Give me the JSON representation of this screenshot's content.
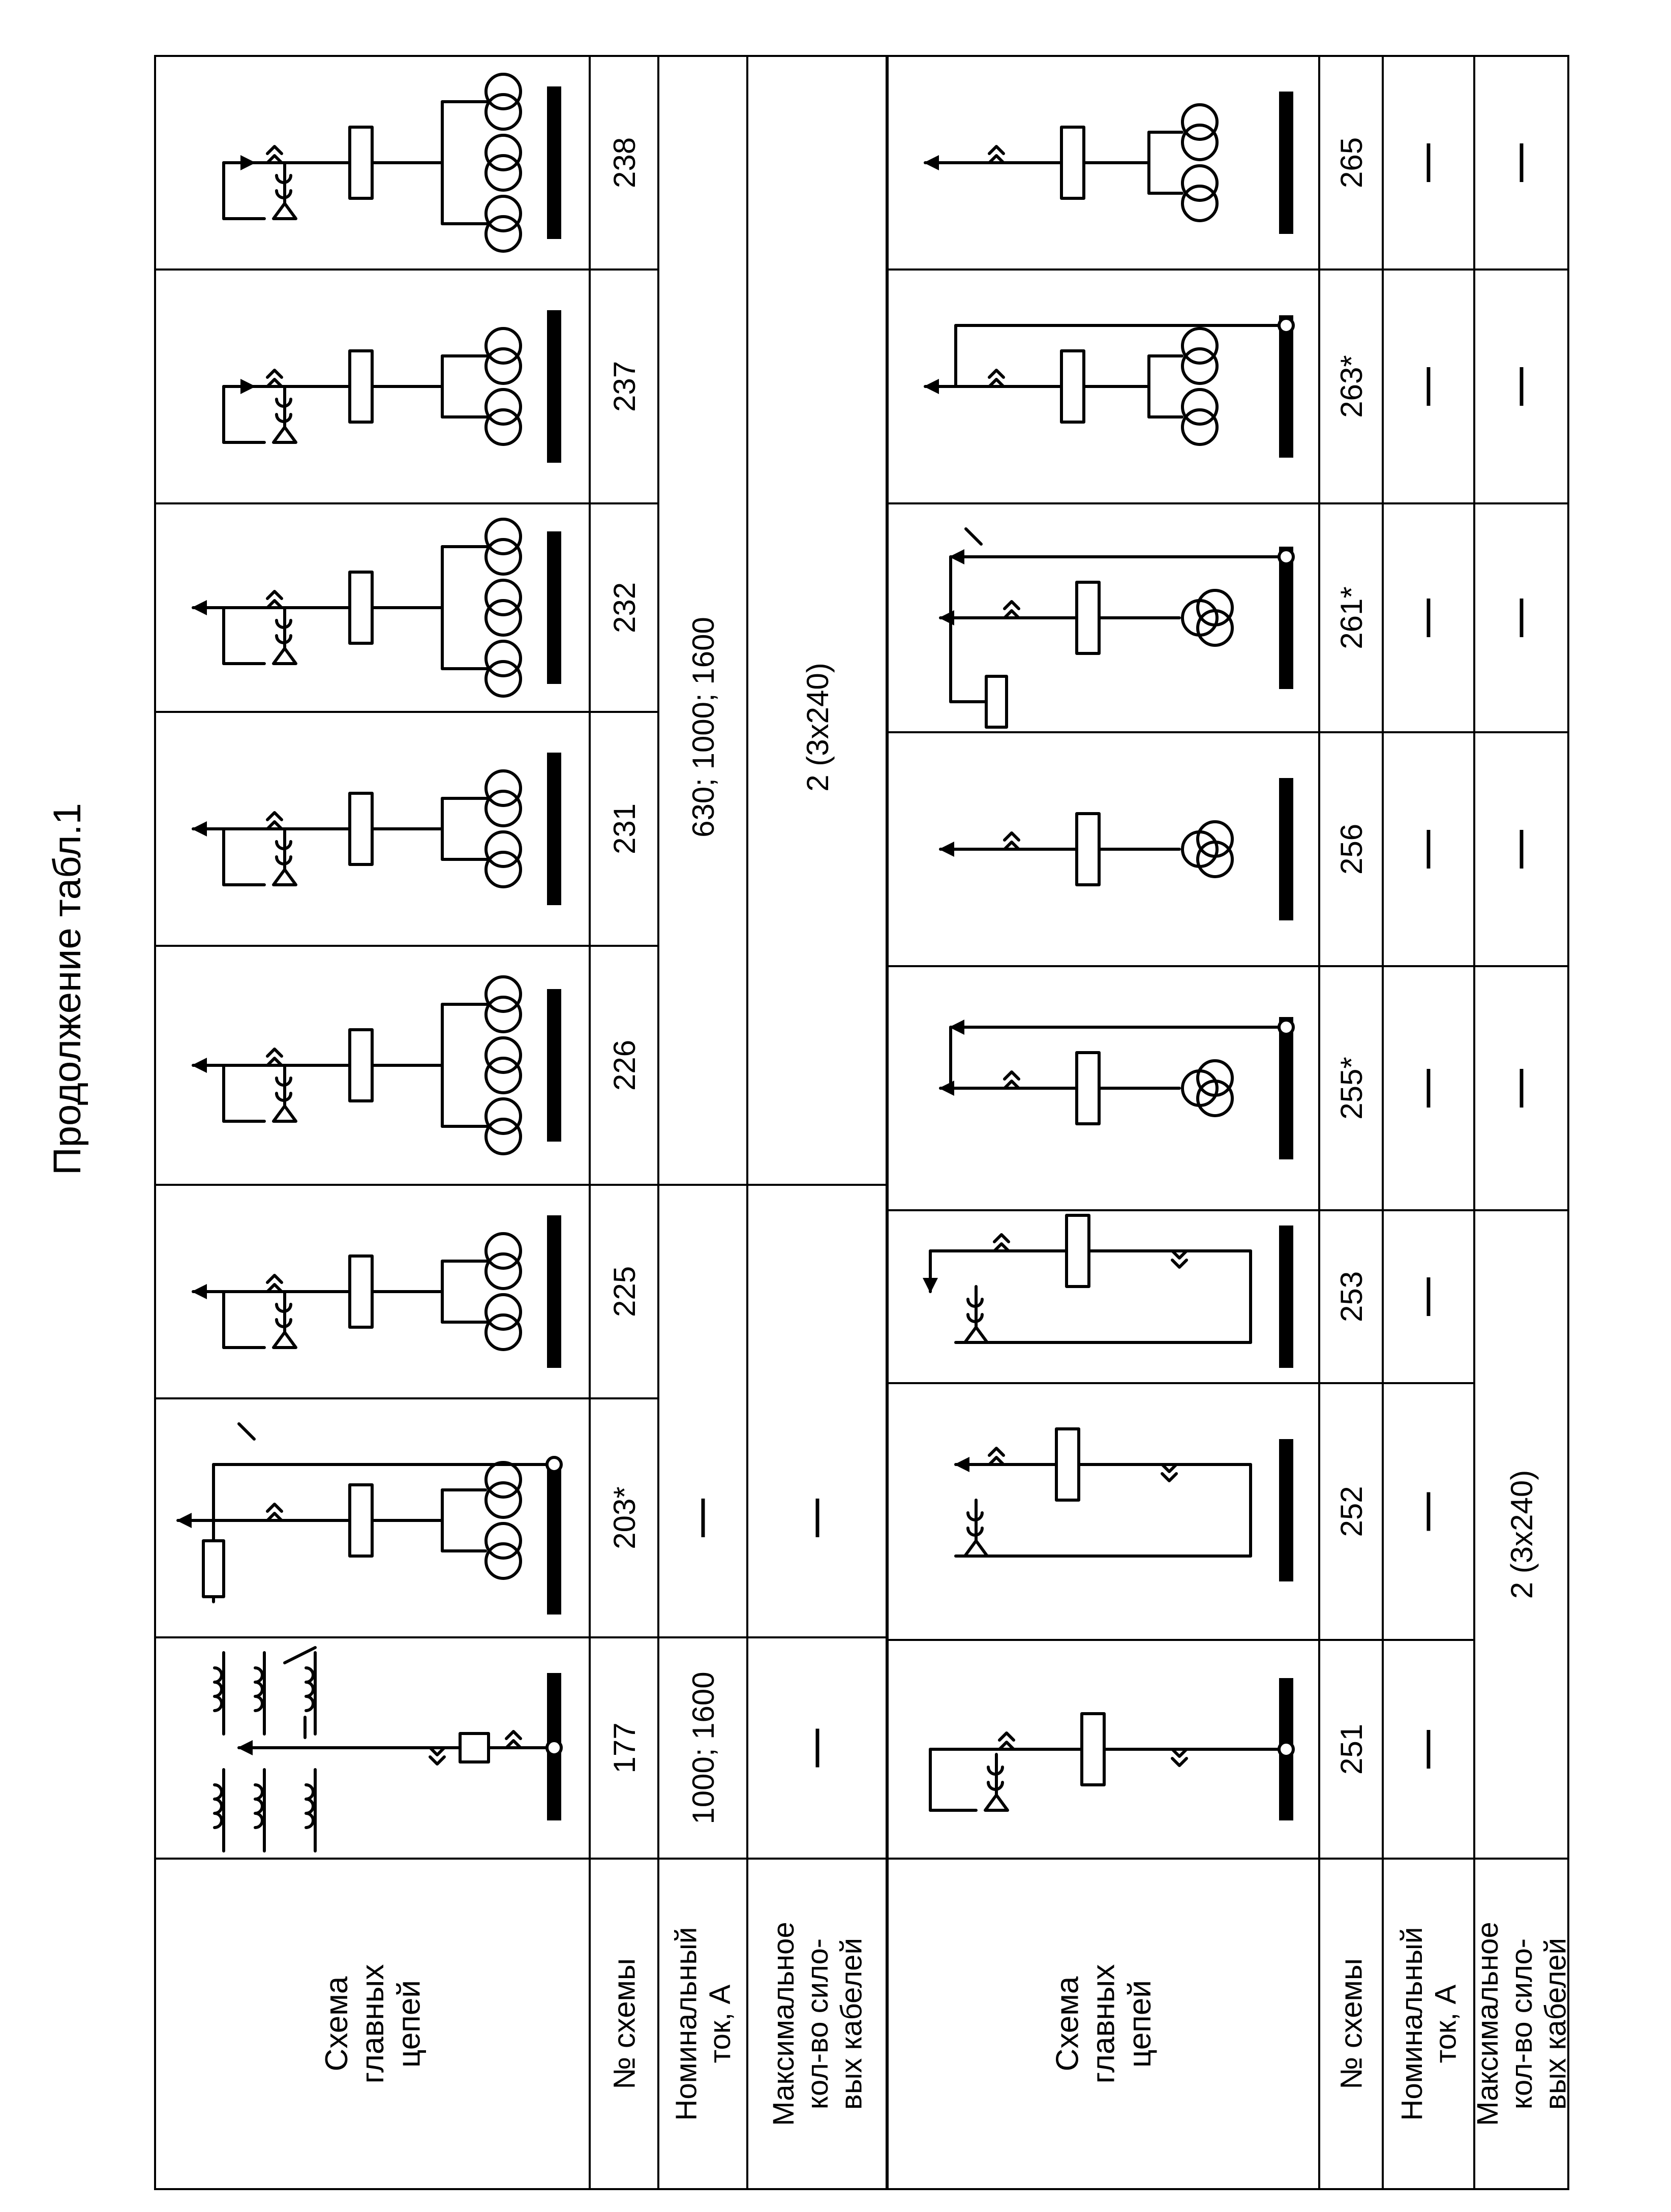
{
  "page": {
    "caption": "Продолжение табл.1"
  },
  "row_headers": {
    "scheme": [
      "Схема",
      "главных",
      "цепей"
    ],
    "number": [
      "№ схемы"
    ],
    "current": [
      "Номинальный",
      "ток, А"
    ],
    "cables": [
      "Максимальное",
      "кол-во сило-",
      "вых кабелей"
    ]
  },
  "top_section": {
    "columns": [
      {
        "id": "177",
        "number": "177",
        "current": "1000; 1600",
        "cables": "—",
        "diagram": "busbar-chambers"
      },
      {
        "id": "203",
        "number": "203*",
        "current": "—",
        "cables": "—",
        "diagram": "feeder-tr2-arrester"
      },
      {
        "id": "225",
        "number": "225",
        "current": "",
        "cables": "",
        "diagram": "tr2-bidir"
      },
      {
        "id": "226",
        "number": "226",
        "current": "",
        "cables": "",
        "diagram": "tr3-bidir"
      },
      {
        "id": "231",
        "number": "231",
        "current": "",
        "cables": "",
        "diagram": "tr2-up"
      },
      {
        "id": "232",
        "number": "232",
        "current": "",
        "cables": "",
        "diagram": "tr3-up"
      },
      {
        "id": "237",
        "number": "237",
        "current": "",
        "cables": "",
        "diagram": "tr2-down"
      },
      {
        "id": "238",
        "number": "238",
        "current": "",
        "cables": "",
        "diagram": "tr3-down"
      }
    ],
    "shared_current": "630; 1000; 1600",
    "shared_cables": "2 (3x240)"
  },
  "bottom_section": {
    "columns": [
      {
        "id": "251",
        "number": "251",
        "current": "—",
        "diagram": "cable-loop-dot"
      },
      {
        "id": "252",
        "number": "252",
        "current": "—",
        "diagram": "loop-up"
      },
      {
        "id": "253",
        "number": "253",
        "current": "—",
        "diagram": "loop-down"
      },
      {
        "id": "255",
        "number": "255*",
        "current": "—",
        "cables": "—",
        "diagram": "vt-feeder-dot"
      },
      {
        "id": "256",
        "number": "256",
        "current": "—",
        "cables": "—",
        "diagram": "vt-feeder"
      },
      {
        "id": "261",
        "number": "261*",
        "current": "—",
        "cables": "—",
        "diagram": "vt-arrester-dot"
      },
      {
        "id": "263",
        "number": "263*",
        "current": "—",
        "cables": "—",
        "diagram": "tr2-feeder-dot"
      },
      {
        "id": "265",
        "number": "265",
        "current": "—",
        "cables": "—",
        "diagram": "tr2-feeder"
      }
    ],
    "shared_cables": "2 (3x240)"
  }
}
